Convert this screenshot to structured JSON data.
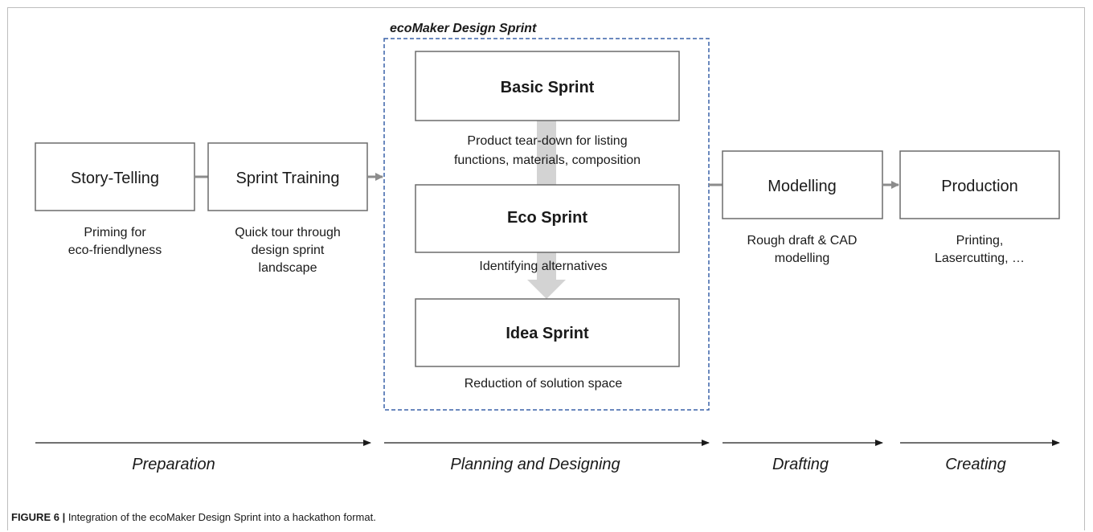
{
  "sprint_group": {
    "title": "ecoMaker Design Sprint"
  },
  "steps": {
    "story_telling": {
      "label": "Story-Telling",
      "desc": [
        "Priming  for",
        "eco-friendlyness"
      ]
    },
    "sprint_training": {
      "label": "Sprint Training",
      "desc": [
        "Quick tour through",
        "design sprint",
        "landscape"
      ]
    },
    "basic_sprint": {
      "label": "Basic Sprint",
      "desc": [
        "Product tear-down for listing",
        "functions, materials, composition"
      ]
    },
    "eco_sprint": {
      "label": "Eco Sprint",
      "desc": [
        "Identifying alternatives"
      ]
    },
    "idea_sprint": {
      "label": "Idea Sprint",
      "desc": [
        "Reduction of solution space"
      ]
    },
    "modelling": {
      "label": "Modelling",
      "desc": [
        "Rough draft & CAD",
        "modelling"
      ]
    },
    "production": {
      "label": "Production",
      "desc": [
        "Printing,",
        "Lasercutting, …"
      ]
    }
  },
  "phases": {
    "preparation": "Preparation",
    "planning": "Planning and Designing",
    "drafting": "Drafting",
    "creating": "Creating"
  },
  "caption": {
    "figure": "FIGURE 6 |",
    "text": " Integration of the ecoMaker Design Sprint into a hackathon format."
  },
  "colors": {
    "box_border": "#6b6b6b",
    "connector": "#8c8c8c",
    "flow_arrow": "#d3d3d3",
    "dashed_border": "#3a62a8",
    "phase_arrow": "#1a1a1a"
  }
}
